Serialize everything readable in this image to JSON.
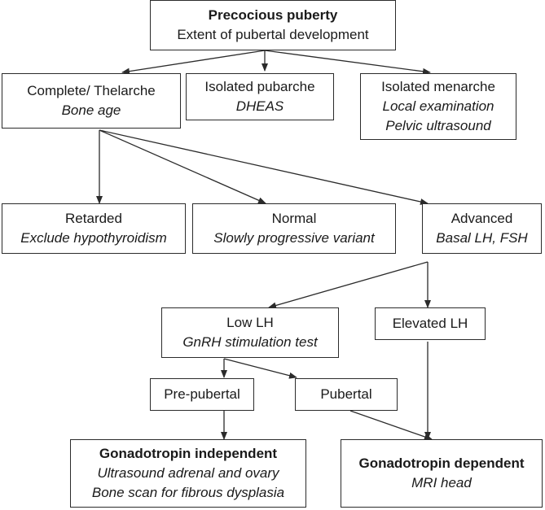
{
  "nodes": {
    "precocious": {
      "title": "Precocious puberty",
      "subtitle": "Extent of pubertal development"
    },
    "complete": {
      "title": "Complete/ Thelarche",
      "subtitle": "Bone age"
    },
    "pubarche": {
      "title": "Isolated pubarche",
      "subtitle": "DHEAS"
    },
    "menarche": {
      "title": "Isolated menarche",
      "subtitle_1": "Local examination",
      "subtitle_2": "Pelvic ultrasound"
    },
    "retarded": {
      "title": "Retarded",
      "subtitle": "Exclude hypothyroidism"
    },
    "normal": {
      "title": "Normal",
      "subtitle": "Slowly progressive variant"
    },
    "advanced": {
      "title": "Advanced",
      "subtitle": "Basal LH, FSH"
    },
    "low_lh": {
      "title": "Low LH",
      "subtitle": "GnRH stimulation test"
    },
    "elevated_lh": {
      "title": "Elevated LH"
    },
    "prepubertal": {
      "title": "Pre-pubertal"
    },
    "pubertal": {
      "title": "Pubertal"
    },
    "independent": {
      "title": "Gonadotropin independent",
      "subtitle_1": "Ultrasound adrenal and ovary",
      "subtitle_2": "Bone scan for fibrous dysplasia"
    },
    "dependent": {
      "title": "Gonadotropin dependent",
      "subtitle": "MRI head"
    }
  },
  "colors": {
    "border": "#2b2b2b",
    "text": "#1a1a1a",
    "background": "#ffffff"
  }
}
